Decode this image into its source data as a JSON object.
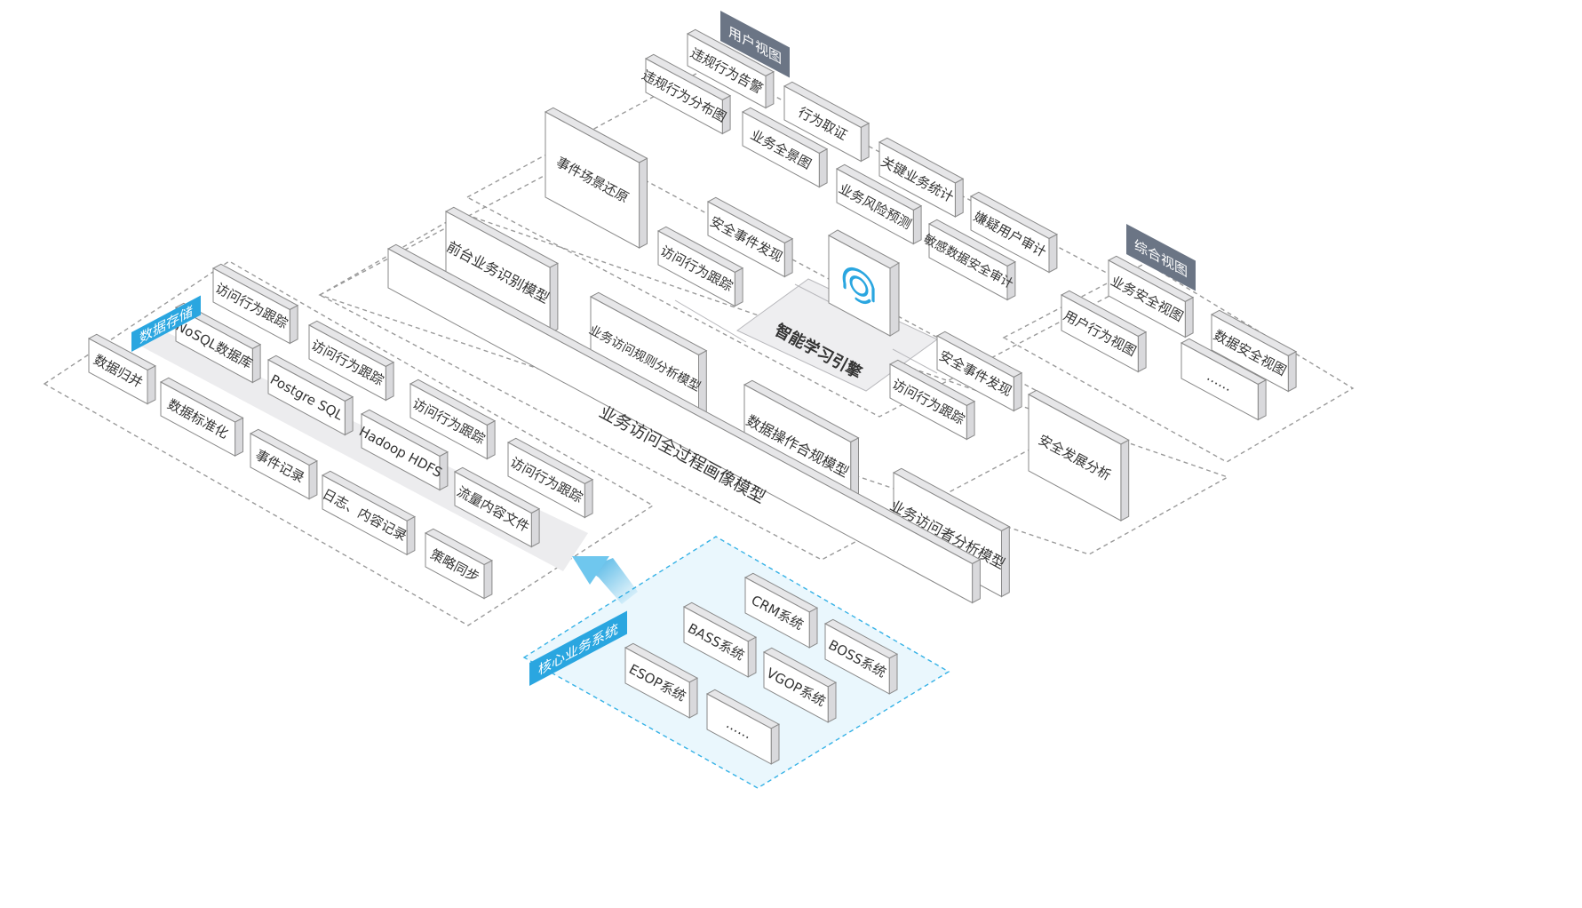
{
  "colors": {
    "dash_gray": "#9a9a9a",
    "dash_blue": "#36b2e6",
    "core_fill": "#eaf7fd",
    "store_band": "#ececee",
    "block_face": "#ffffff",
    "block_side": "#e6e6e8",
    "block_stroke": "#8a8a8a",
    "text": "#333333",
    "tag_dark": "#6b7585",
    "tag_blue": "#2aa6e0",
    "icon_blue": "#2aa6e0"
  },
  "tags": {
    "user_view": "用户视图",
    "composite_view": "综合视图",
    "data_storage": "数据存储",
    "core_systems": "核心业务系统"
  },
  "engine": {
    "label": "智能学习引擎",
    "icon": "headset-user-icon"
  },
  "center_model": "业务访问全过程画像模型",
  "modules": {
    "violation_alert": "违规行为告警",
    "violation_map": "违规行为分布图",
    "behavior_evidence": "行为取证",
    "business_panorama": "业务全景图",
    "key_business_stats": "关键业务统计",
    "business_risk_forecast": "业务风险预测",
    "suspect_user_audit": "嫌疑用户审计",
    "sensitive_data_audit": "敏感数据安全审计",
    "event_scene_restore": "事件场景还原",
    "security_event_discovery_1": "安全事件发现",
    "access_tracking_1": "访问行为跟踪",
    "frontend_recognition_model": "前台业务识别模型",
    "access_rule_model": "业务访问规则分析模型",
    "data_op_compliance_model": "数据操作合规模型",
    "visitor_analysis_model": "业务访问者分析模型",
    "security_event_discovery_2": "安全事件发现",
    "access_tracking_2": "访问行为跟踪",
    "security_trend": "安全发展分析",
    "business_security_view": "业务安全视图",
    "user_behavior_view": "用户行为视图",
    "data_security_view": "数据安全视图",
    "composite_more": "……",
    "access_tracking_3": "访问行为跟踪",
    "access_tracking_4": "访问行为跟踪",
    "access_tracking_5": "访问行为跟踪",
    "access_tracking_6": "访问行为跟踪",
    "nosql_db": "NoSQL数据库",
    "postgre_sql": "Postgre SQL",
    "hadoop_hdfs": "Hadoop HDFS",
    "traffic_files": "流量内容文件",
    "data_archive": "数据归并",
    "data_standardize": "数据标准化",
    "event_record": "事件记录",
    "log_content_record": "日志、内容记录",
    "policy_sync": "策略同步",
    "crm": "CRM系统",
    "bass": "BASS系统",
    "boss": "BOSS系统",
    "esop": "ESOP系统",
    "vgop": "VGOP系统",
    "core_more": "……"
  }
}
